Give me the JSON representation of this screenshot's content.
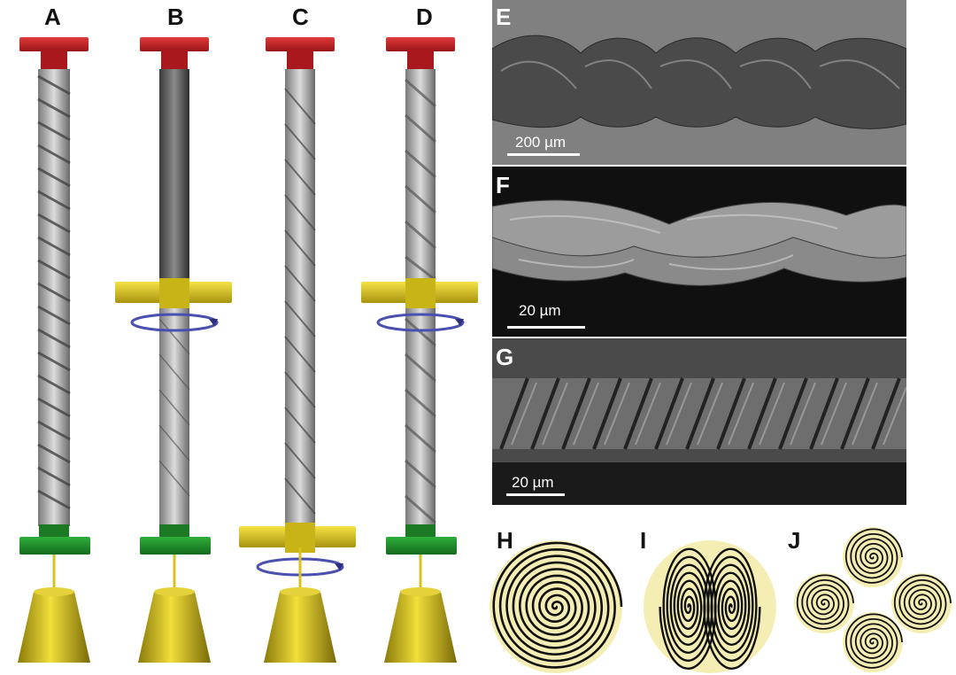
{
  "panels": {
    "a": "A",
    "b": "B",
    "c": "C",
    "d": "D",
    "e": "E",
    "f": "F",
    "g": "G",
    "h": "H",
    "i": "I",
    "j": "J"
  },
  "scalebars": {
    "e": "200 µm",
    "f": "20 µm",
    "g": "20 µm"
  },
  "colors": {
    "clamp_top": "#c8202a",
    "clamp_bottom": "#1f8f2c",
    "rotor": "#e8d21a",
    "weight": "#d9c21c",
    "arrow": "#4a4fb0",
    "spiral_fill": "#f5eeb4",
    "spiral_stroke": "#111111"
  }
}
